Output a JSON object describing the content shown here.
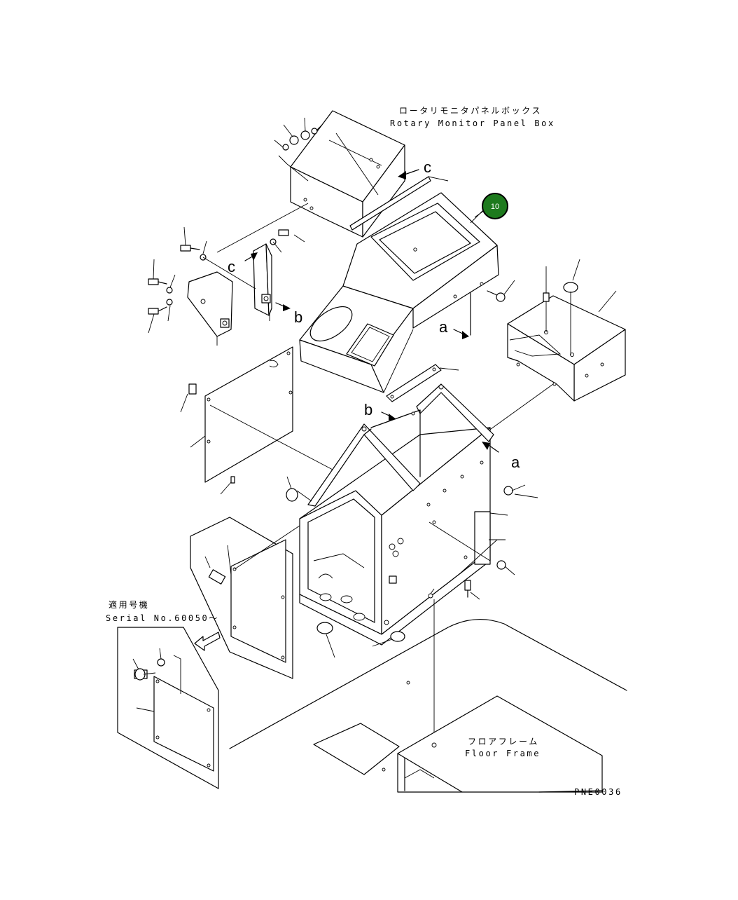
{
  "labels": {
    "panel_box_jp": "ロータリモニタパネルボックス",
    "panel_box_en": "Rotary Monitor Panel Box",
    "serial_jp": "適用号機",
    "serial_en": "Serial No.60050～",
    "floor_jp": "フロアフレーム",
    "floor_en": "Floor Frame",
    "drawing_code": "PNE0036"
  },
  "reference_letters": {
    "a": "a",
    "b": "b",
    "c": "c"
  },
  "callout": {
    "number": "10",
    "color": "#1e7a1e"
  }
}
